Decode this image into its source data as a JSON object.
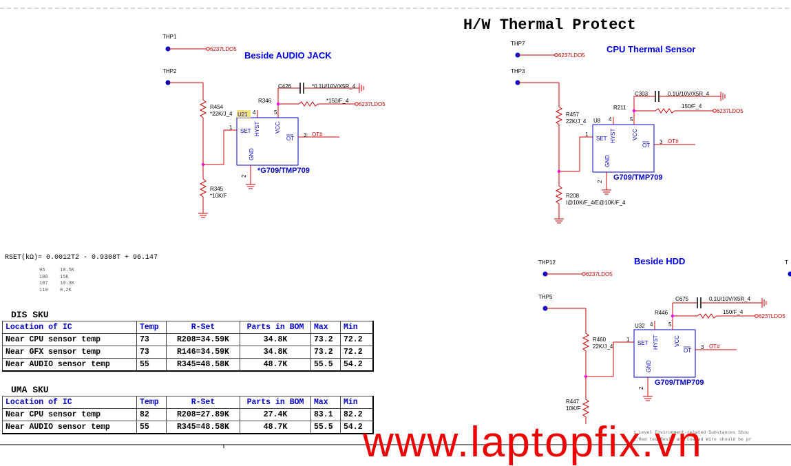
{
  "title": "H/W Thermal Protect",
  "formula": "RSET(kΩ)= 0.0012T2 - 0.9308T + 96.147",
  "lookup": [
    {
      "t": "95",
      "r": "18.5K"
    },
    {
      "t": "100",
      "r": "15K"
    },
    {
      "t": "107",
      "r": "10.3K"
    },
    {
      "t": "110",
      "r": "8.2K"
    }
  ],
  "dis": {
    "title": "DIS SKU",
    "headers": [
      "Location of IC",
      "Temp",
      "R-Set",
      "Parts in BOM",
      "Max",
      "Min"
    ],
    "rows": [
      [
        "Near CPU sensor temp",
        "73",
        "R208=34.59K",
        "34.8K",
        "73.2",
        "72.2"
      ],
      [
        "Near GFX sensor temp",
        "73",
        "R146=34.59K",
        "34.8K",
        "73.2",
        "72.2"
      ],
      [
        "Near AUDIO sensor temp",
        "55",
        "R345=48.58K",
        "48.7K",
        "55.5",
        "54.2"
      ]
    ]
  },
  "uma": {
    "title": "UMA SKU",
    "headers": [
      "Location of IC",
      "Temp",
      "R-Set",
      "Parts in BOM",
      "Max",
      "Min"
    ],
    "rows": [
      [
        "Near CPU sensor temp",
        "82",
        "R208=27.89K",
        "27.4K",
        "83.1",
        "82.2"
      ],
      [
        "Near AUDIO sensor temp",
        "55",
        "R345=48.58K",
        "48.7K",
        "55.5",
        "54.2"
      ]
    ]
  },
  "audio": {
    "heading": "Beside AUDIO JACK",
    "thp_a": "THP1",
    "thp_b": "THP2",
    "net": "6237LDO5",
    "cap_ref": "C426",
    "cap_val": "*0.1U/10V/X5R_4",
    "res_ref": "R346",
    "res_val": "*150/F_4",
    "r_top_ref": "R454",
    "r_top_val": "*22K/J_4",
    "r_bot_ref": "R345",
    "r_bot_val": "*10K/F",
    "ic_ref": "U21",
    "ic_part": "*G709/TMP709",
    "pin_set": "SET",
    "pin_hyst": "HYST",
    "pin_vcc": "VCC",
    "pin_ot": "OT",
    "pin_gnd": "GND",
    "otnet": "OT#"
  },
  "cpu": {
    "heading": "CPU Thermal Sensor",
    "thp_a": "THP7",
    "thp_b": "THP3",
    "net": "6237LDO5",
    "cap_ref": "C303",
    "cap_val": "0.1U/10V/X5R_4",
    "res_ref": "R211",
    "res_val": "150/F_4",
    "r_top_ref": "R457",
    "r_top_val": "22K/J_4",
    "r_bot_ref": "R208",
    "r_bot_val": "I@10K/F_4/E@10K/F_4",
    "ic_ref": "U8",
    "ic_part": "G709/TMP709",
    "pin_set": "SET",
    "pin_hyst": "HYST",
    "pin_vcc": "VCC",
    "pin_ot": "OT",
    "pin_gnd": "GND",
    "otnet": "OT#"
  },
  "hdd": {
    "heading": "Beside HDD",
    "thp_a": "THP12",
    "thp_b": "THP5",
    "thp_c": "T",
    "net": "6237LDO5",
    "cap_ref": "C675",
    "cap_val": "0.1U/10V/X5R_4",
    "res_ref": "R446",
    "res_val": "150/F_4",
    "r_top_ref": "R460",
    "r_top_val": "22K/J_4",
    "r_bot_ref": "R447",
    "r_bot_val": "10K/F",
    "ic_ref": "U32",
    "ic_part": "G709/TMP709",
    "pin_set": "SET",
    "pin_hyst": "HYST",
    "pin_vcc": "VCC",
    "pin_ot": "OT",
    "pin_gnd": "GND",
    "otnet": "OT#"
  },
  "notes": [
    "1.Level   Environment-related Substances Shou",
    "1.Red  ted Resin and Coated Wire should be pr"
  ],
  "watermark": "www.laptopfix.vn",
  "colors": {
    "wire": "#cc0000",
    "part": "#0000cc",
    "pin": "#0000cc",
    "junction": "#ff00ff",
    "heading": "#0000ee",
    "highlight": "#f2e37a"
  }
}
